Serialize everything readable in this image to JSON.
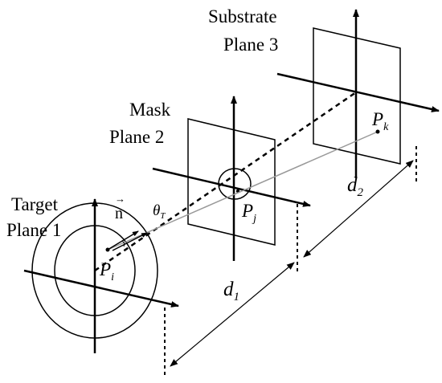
{
  "labels": {
    "substrate": [
      "Substrate",
      "Plane 3"
    ],
    "mask": [
      "Mask",
      "Plane 2"
    ],
    "target": [
      "Target",
      "Plane 1"
    ],
    "normal": "n",
    "theta": "θ",
    "theta_sub": "T",
    "p_i": "P",
    "p_i_sub": "i",
    "p_j": "P",
    "p_j_sub": "j",
    "p_k": "P",
    "p_k_sub": "k",
    "d1": "d",
    "d1_sub": "1",
    "d2": "d",
    "d2_sub": "2"
  }
}
